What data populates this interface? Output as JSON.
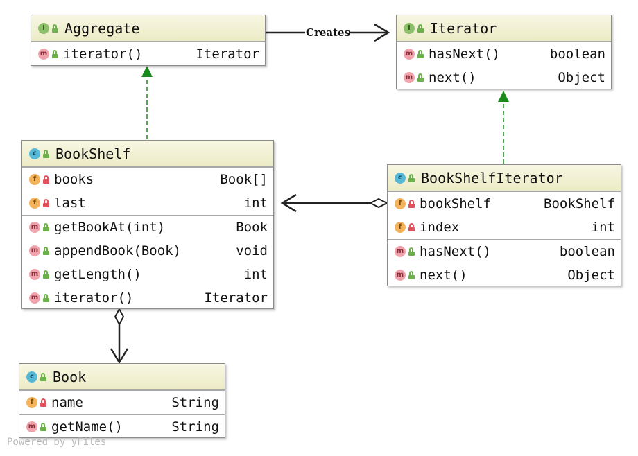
{
  "classes": {
    "aggregate": {
      "kind": "I",
      "name": "Aggregate",
      "methods": [
        {
          "name": "iterator()",
          "type": "Iterator"
        }
      ]
    },
    "iterator": {
      "kind": "I",
      "name": "Iterator",
      "methods": [
        {
          "name": "hasNext()",
          "type": "boolean"
        },
        {
          "name": "next()",
          "type": "Object"
        }
      ]
    },
    "bookshelf": {
      "kind": "c",
      "name": "BookShelf",
      "fields": [
        {
          "name": "books",
          "type": "Book[]"
        },
        {
          "name": "last",
          "type": "int"
        }
      ],
      "methods": [
        {
          "name": "getBookAt(int)",
          "type": "Book"
        },
        {
          "name": "appendBook(Book)",
          "type": "void"
        },
        {
          "name": "getLength()",
          "type": "int"
        },
        {
          "name": "iterator()",
          "type": "Iterator"
        }
      ]
    },
    "bookshelf_iterator": {
      "kind": "c",
      "name": "BookShelfIterator",
      "fields": [
        {
          "name": "bookShelf",
          "type": "BookShelf"
        },
        {
          "name": "index",
          "type": "int"
        }
      ],
      "methods": [
        {
          "name": "hasNext()",
          "type": "boolean"
        },
        {
          "name": "next()",
          "type": "Object"
        }
      ]
    },
    "book": {
      "kind": "c",
      "name": "Book",
      "fields": [
        {
          "name": "name",
          "type": "String"
        }
      ],
      "methods": [
        {
          "name": "getName()",
          "type": "String"
        }
      ]
    }
  },
  "member_icons": {
    "field": "f",
    "method": "m"
  },
  "connectors": {
    "creates_label": "Creates"
  },
  "footer": "Powered by yFiles",
  "colors": {
    "realization_arrow": "#1a8a1a",
    "association_line": "#222222",
    "header_bg": "#ecebc6"
  }
}
